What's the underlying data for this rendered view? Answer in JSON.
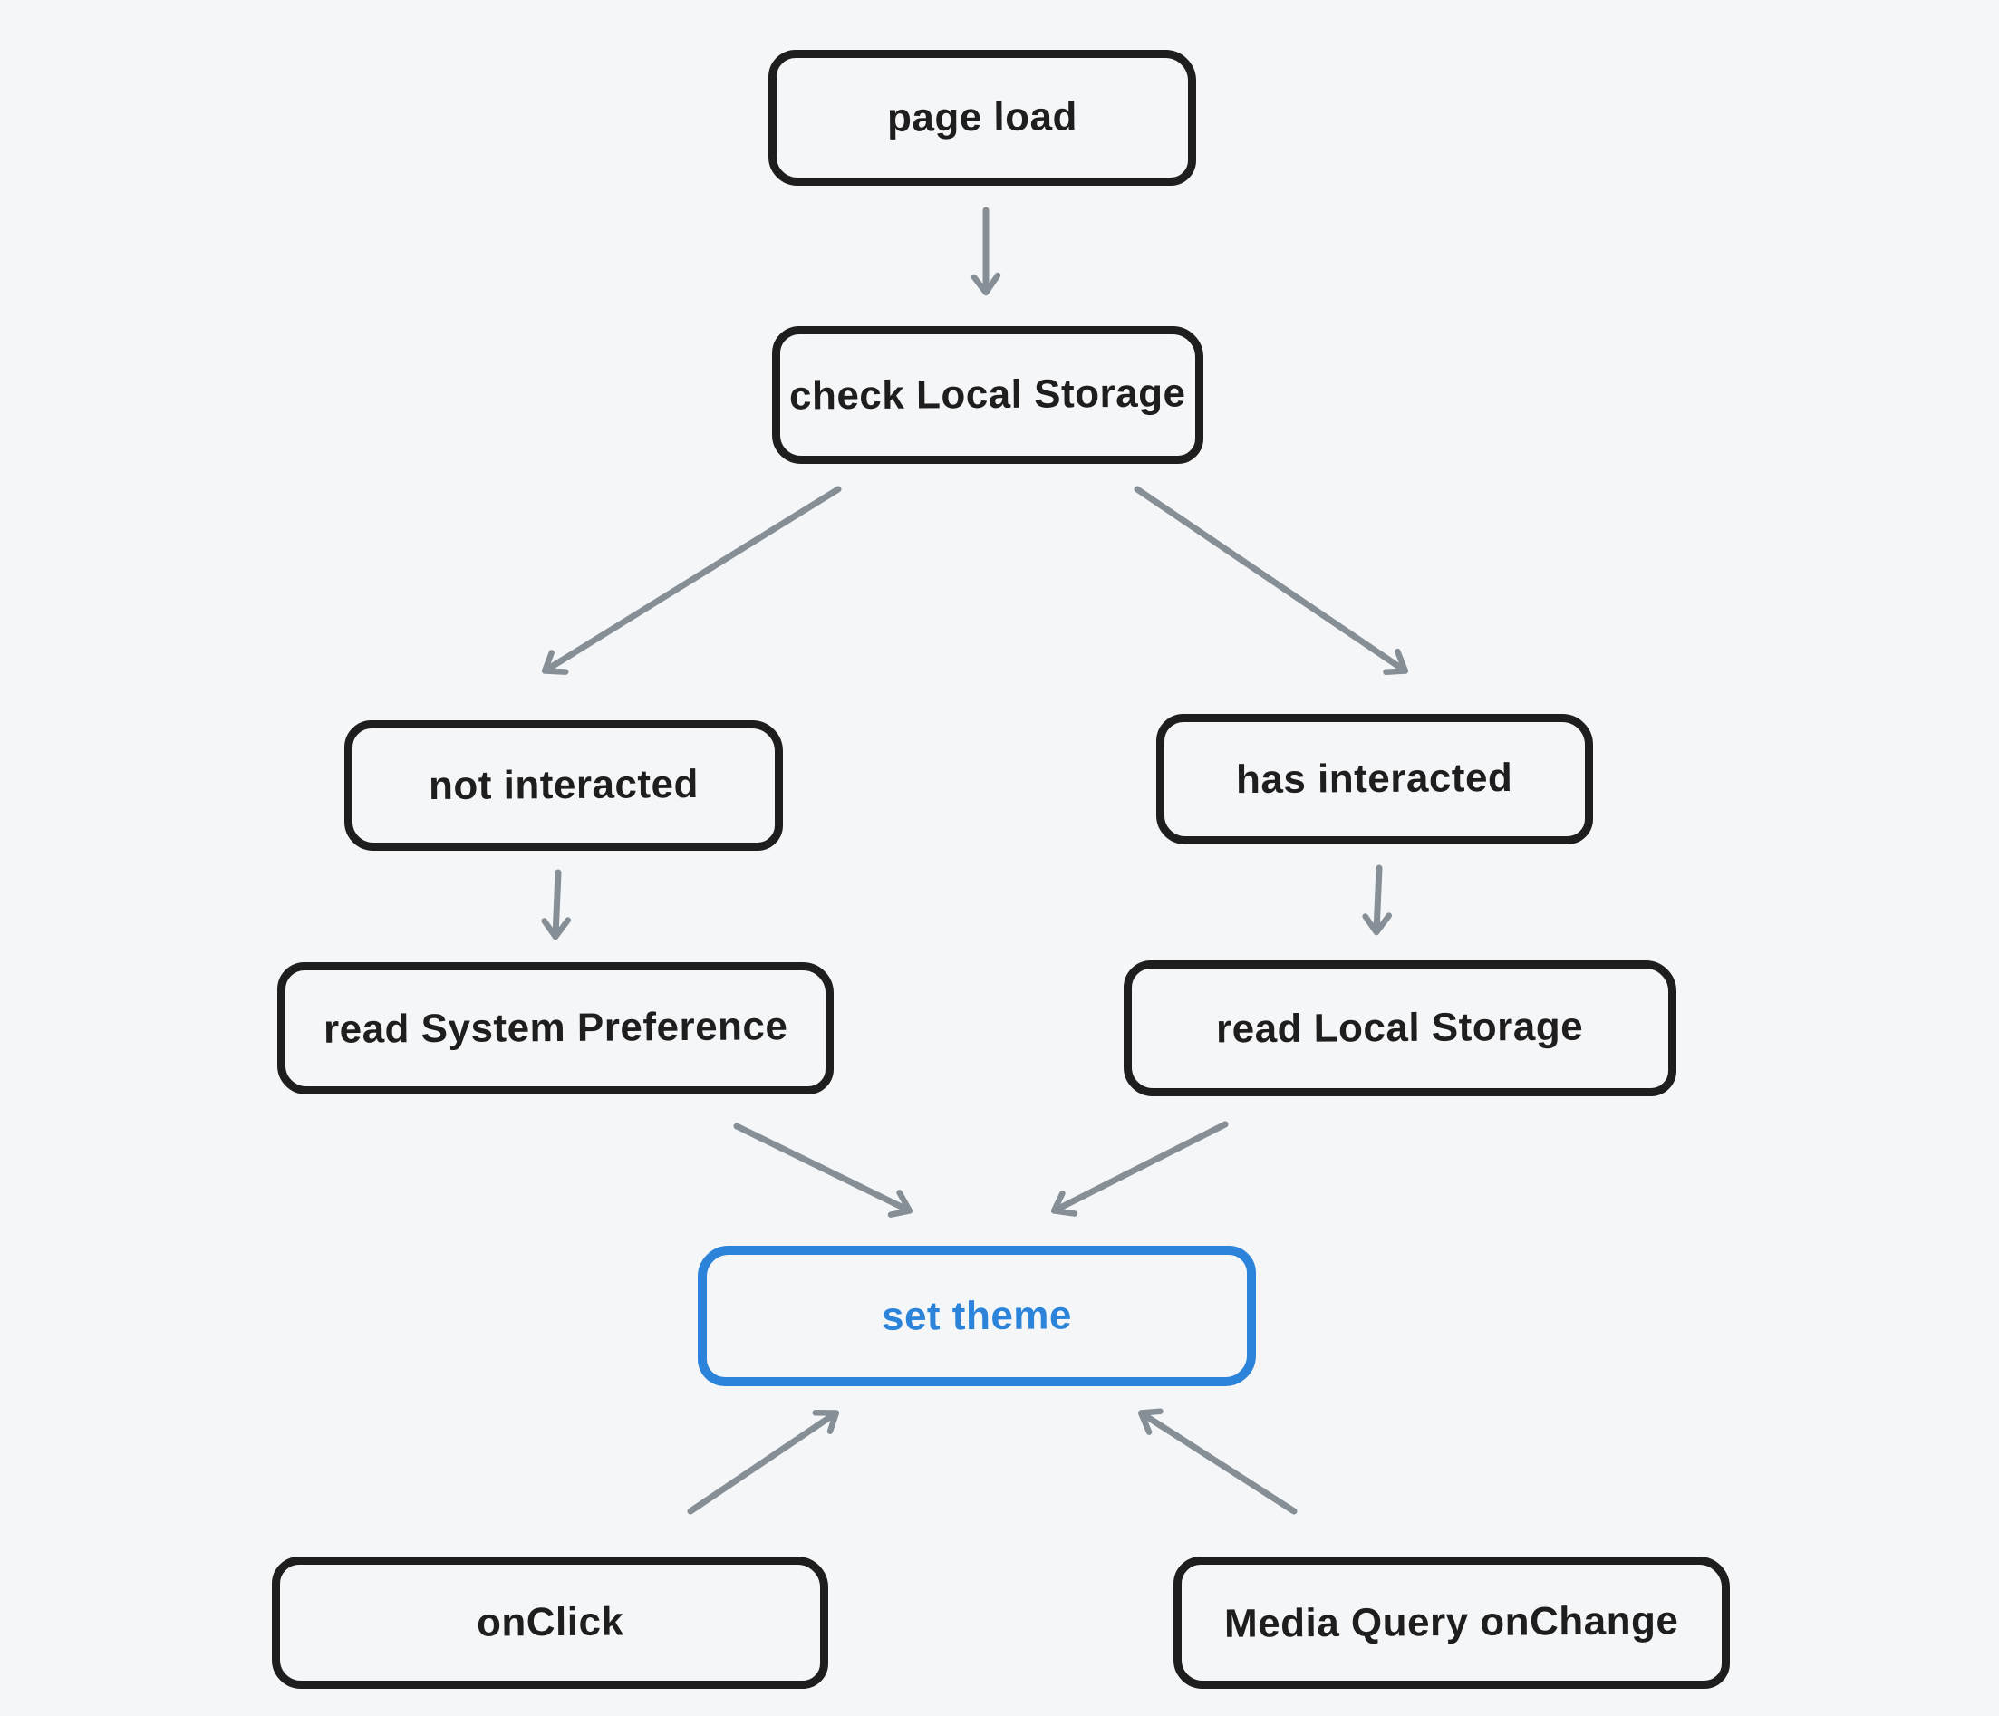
{
  "title": "theme initialization flowchart",
  "colors": {
    "background": "#f5f6f8",
    "node_border": "#1e1e1e",
    "node_text": "#1e1e1e",
    "arrow": "#868e96",
    "accent": "#2b84d9"
  },
  "diagram": {
    "nodes": [
      {
        "id": "page-load",
        "label": "page load",
        "emphasis": "default"
      },
      {
        "id": "check-local-storage",
        "label": "check Local Storage",
        "emphasis": "default"
      },
      {
        "id": "not-interacted",
        "label": "not interacted",
        "emphasis": "default"
      },
      {
        "id": "has-interacted",
        "label": "has interacted",
        "emphasis": "default"
      },
      {
        "id": "read-system-preference",
        "label": "read System Preference",
        "emphasis": "default"
      },
      {
        "id": "read-local-storage",
        "label": "read Local Storage",
        "emphasis": "default"
      },
      {
        "id": "set-theme",
        "label": "set theme",
        "emphasis": "accent"
      },
      {
        "id": "onclick",
        "label": "onClick",
        "emphasis": "default"
      },
      {
        "id": "media-query-onchange",
        "label": "Media Query onChange",
        "emphasis": "default"
      }
    ],
    "edges": [
      {
        "from": "page-load",
        "to": "check-local-storage"
      },
      {
        "from": "check-local-storage",
        "to": "not-interacted"
      },
      {
        "from": "check-local-storage",
        "to": "has-interacted"
      },
      {
        "from": "not-interacted",
        "to": "read-system-preference"
      },
      {
        "from": "has-interacted",
        "to": "read-local-storage"
      },
      {
        "from": "read-system-preference",
        "to": "set-theme"
      },
      {
        "from": "read-local-storage",
        "to": "set-theme"
      },
      {
        "from": "onclick",
        "to": "set-theme"
      },
      {
        "from": "media-query-onchange",
        "to": "set-theme"
      }
    ]
  }
}
